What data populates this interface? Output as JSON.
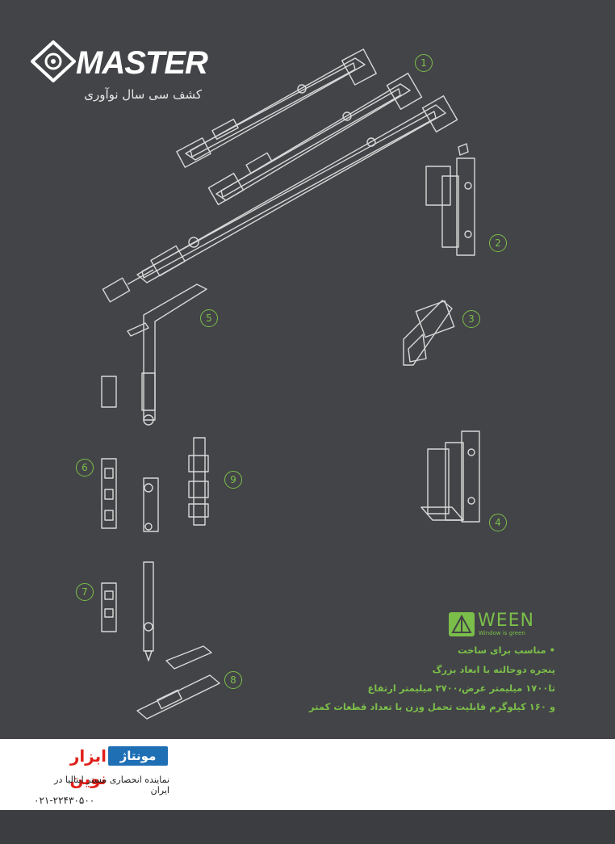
{
  "brand": {
    "logo_text": "MASTER",
    "tagline": "کشف سی سال نوآوری"
  },
  "part_numbers": [
    "1",
    "2",
    "3",
    "4",
    "5",
    "6",
    "7",
    "8",
    "9"
  ],
  "ween": {
    "name": "WEEN",
    "subtitle": "Window is green"
  },
  "features": [
    "• مناسب برای ساخت",
    "پنجره دوحالته با ابعاد بزرگ",
    "تا۱۷۰۰ میلیمتر عرض،۲۷۰۰ میلیمتر ارتفاع",
    "و ۱۶۰ کیلوگرم قابلیت تحمل وزن با تعداد قطعات کمتر"
  ],
  "dealer": {
    "name_fa": "ابزار نوین",
    "name_en": "مونتاژ",
    "representative": "نماینده انحصاری مستر ایتالیا در ایران",
    "phone": "۰۲۱-۲۲۴۳۰۵۰۰"
  },
  "colors": {
    "background": "#434447",
    "accent_green": "#7bbf4a",
    "dealer_red": "#e0201b",
    "dealer_blue": "#1f6fb5"
  }
}
